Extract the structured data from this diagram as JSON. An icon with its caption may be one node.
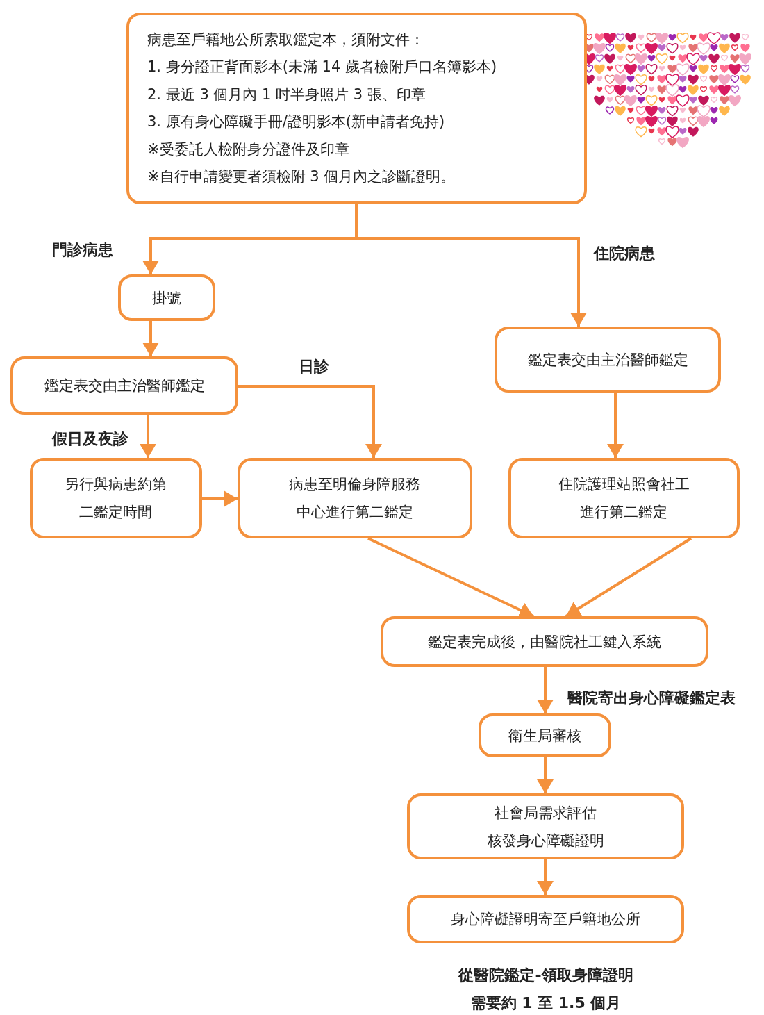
{
  "diagram": {
    "nodes": [
      {
        "text": [
          "病患至戶籍地公所索取鑑定本，須附文件：",
          "1. 身分證正背面影本(未滿 14 歲者檢附戶口名簿影本)",
          "2. 最近 3 個月內 1 吋半身照片 3 張、印章",
          "3. 原有身心障礙手冊/證明影本(新申請者免持)",
          "※受委託人檢附身分證件及印章",
          "※自行申請變更者須檢附 3 個月內之診斷證明。"
        ]
      },
      {
        "text": [
          "掛號"
        ]
      },
      {
        "text": [
          "鑑定表交由主治醫師鑑定"
        ]
      },
      {
        "text": [
          "鑑定表交由主治醫師鑑定"
        ]
      },
      {
        "text": [
          "另行與病患約第二鑑定時間"
        ]
      },
      {
        "text": [
          "病患至明倫身障服務中心進行第二鑑定"
        ]
      },
      {
        "text": [
          "住院護理站照會社工進行第二鑑定"
        ]
      },
      {
        "text": [
          "鑑定表完成後，由醫院社工鍵入系統"
        ]
      },
      {
        "text": [
          "衛生局審核"
        ]
      },
      {
        "text": [
          "社會局需求評估",
          "核發身心障礙證明"
        ]
      },
      {
        "text": [
          "身心障礙證明寄至戶籍地公所"
        ]
      }
    ],
    "edges": [
      {
        "from": 0,
        "to": 1,
        "arrow": "to",
        "label": "門診病患"
      },
      {
        "from": 0,
        "to": 3,
        "arrow": "to",
        "label": "住院病患"
      },
      {
        "from": 1,
        "to": 2,
        "arrow": "to"
      },
      {
        "from": 2,
        "to": 5,
        "arrow": "to",
        "label": "日診"
      },
      {
        "from": 2,
        "to": 4,
        "arrow": "to",
        "label": "假日及夜診"
      },
      {
        "from": 3,
        "to": 6,
        "arrow": "to"
      },
      {
        "from": 4,
        "to": 5,
        "arrow": "to"
      },
      {
        "from": 5,
        "to": 7,
        "arrow": "to"
      },
      {
        "from": 6,
        "to": 7,
        "arrow": "to"
      },
      {
        "from": 7,
        "to": 8,
        "arrow": "to",
        "label": "醫院寄出身心障礙鑑定表"
      },
      {
        "from": 8,
        "to": 9,
        "arrow": "to"
      },
      {
        "from": 9,
        "to": 10,
        "arrow": "to"
      }
    ],
    "caption": "從醫院鑑定-領取身障證明需要約 1 至 1.5 個月"
  }
}
